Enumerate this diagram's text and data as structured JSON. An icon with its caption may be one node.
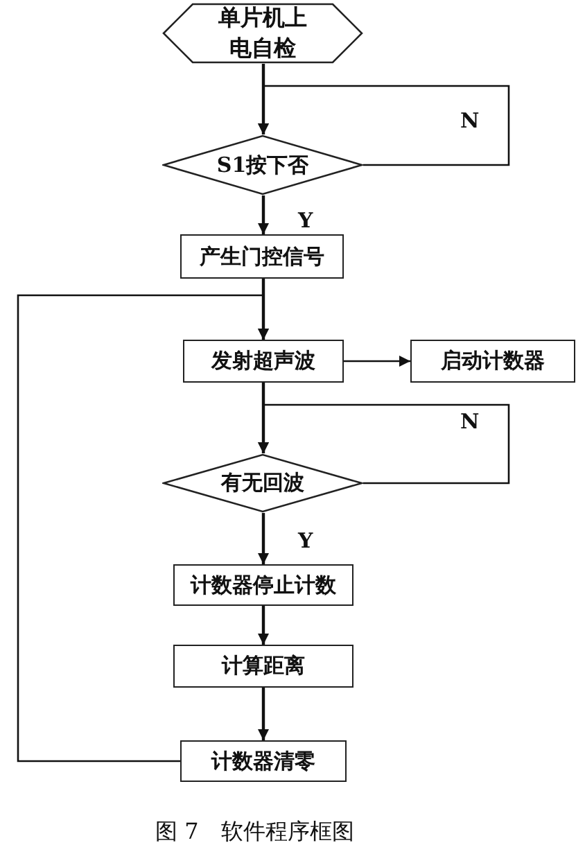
{
  "diagram": {
    "caption": "图 7　软件程序框图",
    "nodes": [
      {
        "text": [
          "单片机上电自检"
        ]
      },
      {
        "text": [
          "S1按下否"
        ]
      },
      {
        "text": [
          "产生门控信号"
        ]
      },
      {
        "text": [
          "发射超声波"
        ]
      },
      {
        "text": [
          "启动计数器"
        ]
      },
      {
        "text": [
          "有无回波"
        ]
      },
      {
        "text": [
          "计数器停止计数"
        ]
      },
      {
        "text": [
          "计算距离"
        ]
      },
      {
        "text": [
          "计数器清零"
        ]
      }
    ],
    "edges": [
      {
        "from": 0,
        "to": 1,
        "arrow": "to"
      },
      {
        "from": 1,
        "to": 1,
        "label": "N",
        "arrow": "to"
      },
      {
        "from": 1,
        "to": 2,
        "label": "Y",
        "arrow": "to"
      },
      {
        "from": 2,
        "to": 3,
        "arrow": "to"
      },
      {
        "from": 8,
        "to": 3,
        "arrow": "to"
      },
      {
        "from": 3,
        "to": 4,
        "arrow": "to"
      },
      {
        "from": 3,
        "to": 5,
        "arrow": "to"
      },
      {
        "from": 5,
        "to": 5,
        "label": "N",
        "arrow": "to"
      },
      {
        "from": 5,
        "to": 6,
        "label": "Y",
        "arrow": "to"
      },
      {
        "from": 6,
        "to": 7,
        "arrow": "to"
      },
      {
        "from": 7,
        "to": 8,
        "arrow": "to"
      }
    ]
  }
}
